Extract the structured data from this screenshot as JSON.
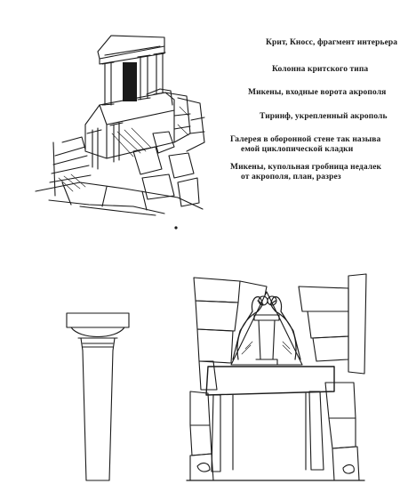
{
  "captions": {
    "knossos_interior": "Крит, Кносс, фрагмент интерьера",
    "cretan_column": "Колонна критского типа",
    "mycenae_gate": "Микены, входные ворота акрополя",
    "tiryns_acropolis": "Тиринф, укрепленный акрополь",
    "gallery_line1": "Галерея в оборонной стене так называ",
    "gallery_line2": "емой циклопической кладки",
    "tomb_line1": "Микены, купольная гробница недалек",
    "tomb_line2": "от акрополя, план, разрез"
  },
  "illustrations": {
    "knossos": "knossos-interior-drawing",
    "column": "cretan-column-drawing",
    "gate": "lion-gate-drawing"
  }
}
